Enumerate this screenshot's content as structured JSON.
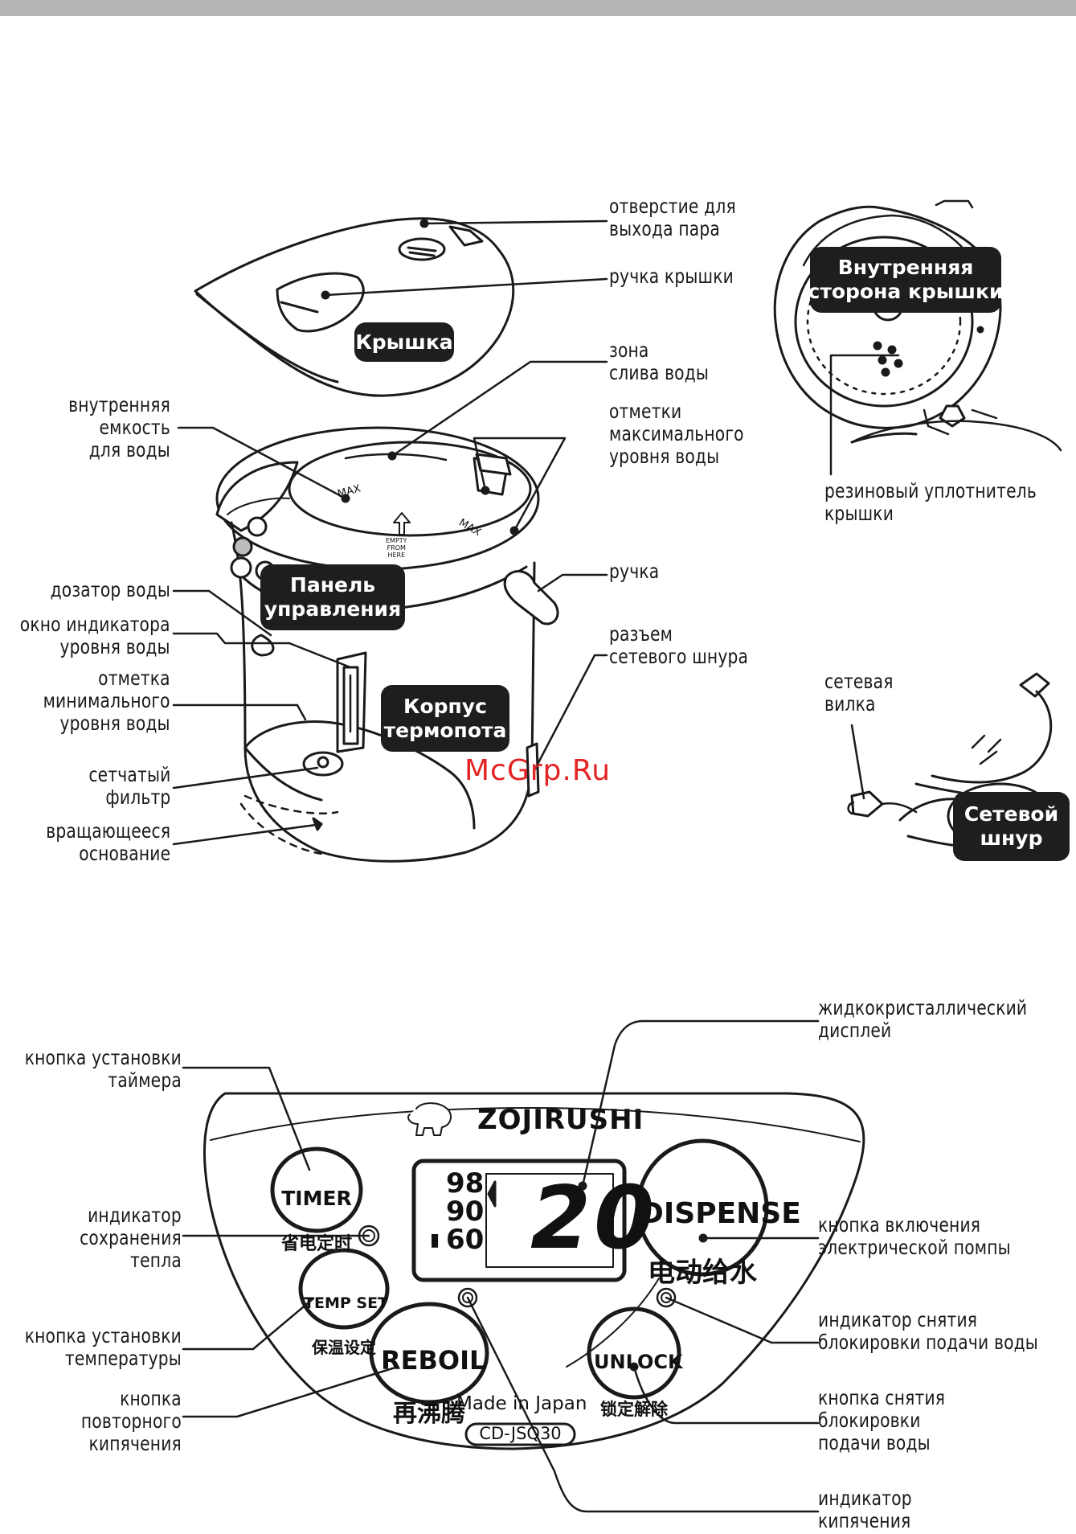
{
  "labels": {
    "steam_vent": "отверстие для\nвыхода пара",
    "lid_handle": "ручка крышки",
    "drain_zone": "зона\nслива воды",
    "max_marks": "отметки\nмаксимального\nуровня воды",
    "inner_tank": "внутренняя\nемкость\nдля воды",
    "dispenser": "дозатор воды",
    "gauge_window": "окно индикатора\nуровня воды",
    "min_mark": "отметка\nминимального\nуровня воды",
    "mesh_filter": "сетчатый\nфильтр",
    "rotating_base": "вращающееся\nоснование",
    "carry_handle": "ручка",
    "cord_socket": "разъем\nсетевого шнура",
    "lid_gasket": "резиновый уплотнитель\nкрышки",
    "power_plug": "сетевая\nвилка",
    "lcd": "жидкокристаллический\nдисплей",
    "timer_button": "кнопка установки\nтаймера",
    "keep_warm_indicator": "индикатор\nсохранения\nтепла",
    "temp_button": "кнопка установки\nтемпературы",
    "reboil_button": "кнопка\nповторного\nкипячения",
    "pump_button": "кнопка включения\nэлектрической помпы",
    "unlock_indicator": "индикатор снятия\nблокировки подачи воды",
    "unlock_button": "кнопка снятия\nблокировки\nподачи воды",
    "boil_indicator": "индикатор\nкипячения"
  },
  "badges": {
    "lid": "Крышка",
    "lid_inside": "Внутренняя\nсторона крышки",
    "control_panel": "Панель\nуправления",
    "body": "Корпус\nтермопота",
    "cord": "Сетевой\nшнур"
  },
  "panel": {
    "brand": "ZOJIRUSHI",
    "timer": "TIMER",
    "timer_cn": "省电定时",
    "temp_set": "TEMP SET",
    "temp_set_cn": "保温设定",
    "reboil": "REBOIL",
    "reboil_cn": "再沸腾",
    "dispense": "DISPENSE",
    "dispense_cn": "电动给水",
    "unlock": "UNLOCK",
    "unlock_cn": "锁定解除",
    "made_in": "Made in Japan",
    "model": "CD-JSQ30",
    "lcd_temps": [
      "98",
      "90",
      "60"
    ],
    "lcd_value": "20"
  },
  "pot_marks": {
    "max": "MAX",
    "empty": "EMPTY\nFROM\nHERE"
  },
  "watermark": "McGrp.Ru"
}
